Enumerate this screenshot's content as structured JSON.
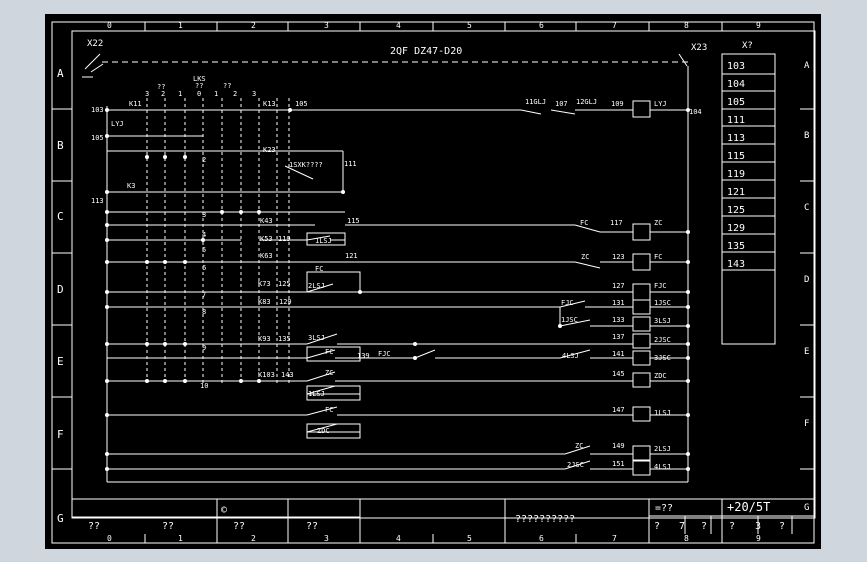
{
  "columns": [
    "0",
    "1",
    "2",
    "3",
    "4",
    "5",
    "6",
    "7",
    "8",
    "9"
  ],
  "rows": [
    "A",
    "B",
    "C",
    "D",
    "E",
    "F",
    "G"
  ],
  "header": {
    "left_terminal": "X22",
    "right_terminal": "X23",
    "breaker": "2QF DZ47-D20"
  },
  "terminal_block": {
    "label": "X?",
    "items": [
      "103",
      "104",
      "105",
      "111",
      "113",
      "115",
      "119",
      "121",
      "125",
      "129",
      "135",
      "143"
    ]
  },
  "switch": {
    "top_left": [
      "3",
      "??",
      "1"
    ],
    "top_mid": [
      "2"
    ],
    "top_right": [
      "1",
      "??",
      "3"
    ],
    "lks": "LKS",
    "lks_sub": "??",
    "zero": "0",
    "one_left": "1",
    "contacts": [
      "2",
      "3",
      "4",
      "5",
      "6",
      "7",
      "8",
      "9",
      "10"
    ]
  },
  "wires": {
    "k11": "K11",
    "k13": "K13",
    "n103": "103",
    "lyj": "LYJ",
    "n105a": "105",
    "n105b": "105",
    "glj1": "11GLJ",
    "n107": "107",
    "glj2": "12GLJ",
    "n109": "109",
    "lyj2": "LYJ",
    "n104": "104",
    "k23": "K23",
    "sxk": "1SXK????",
    "n111": "111",
    "k3": "K3",
    "n113": "113",
    "k43": "K43",
    "n115": "115",
    "fc1": "FC",
    "n117": "117",
    "zc1": "ZC",
    "k53": "K53",
    "n119": "119",
    "lsj1": "1LSJ",
    "k63": "K63",
    "n121": "121",
    "zc2": "ZC",
    "n123": "123",
    "fc2": "FC",
    "fc3": "FC",
    "k73": "K73",
    "n125": "125",
    "lsj2": "2LSJ",
    "n127": "127",
    "fjc1": "FJC",
    "k83": "K83",
    "n129": "129",
    "fjc2": "FJC",
    "n131": "131",
    "jsc1": "1JSC",
    "jsc2": "1JSC",
    "n133": "133",
    "lsj3": "3LSJ",
    "k93": "K93",
    "n135": "135",
    "lsj4": "3LSJ",
    "n137": "137",
    "jsc3": "2JSC",
    "fc4": "FC",
    "n139": "139",
    "fjc3": "FJC",
    "lsj5": "4LSJ",
    "n141": "141",
    "jsc4": "3JSC",
    "k103": "K103",
    "n143": "143",
    "zc3": "ZC",
    "n145": "145",
    "zdc1": "ZDC",
    "lsj6": "1LSJ",
    "fc5": "FC",
    "n147": "147",
    "lsj7": "1LSJ",
    "zdc2": "ZDC",
    "zc4": "ZC",
    "n149": "149",
    "lsj8": "2LSJ",
    "jsc5": "2JSC",
    "n151": "151",
    "lsj9": "4LSJ"
  },
  "title_block": {
    "copyright": "©",
    "cells": [
      "??",
      "??",
      "??",
      "??"
    ],
    "title": "??????????",
    "scale": "=??",
    "code": "+20/5T",
    "sheet": [
      "?",
      "7",
      "?"
    ],
    "page": [
      "?",
      "3",
      "?"
    ]
  }
}
